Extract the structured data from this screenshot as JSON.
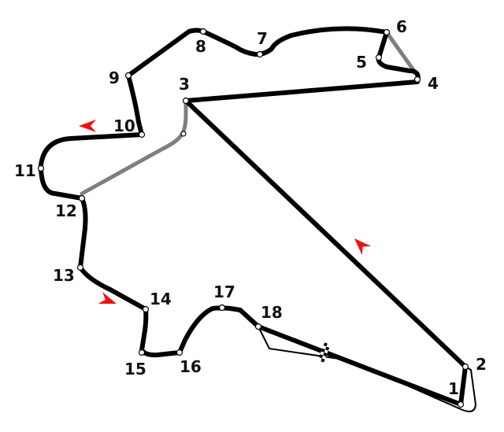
{
  "colors": {
    "track": "#000000",
    "alternate_track": "#7f7f7f",
    "direction_arrow": "#ee1111",
    "pit_lane": "#000000",
    "background": "#ffffff"
  },
  "turns": [
    {
      "id": "t1",
      "label": "1"
    },
    {
      "id": "t2",
      "label": "2"
    },
    {
      "id": "t3",
      "label": "3"
    },
    {
      "id": "t4",
      "label": "4"
    },
    {
      "id": "t5",
      "label": "5"
    },
    {
      "id": "t6",
      "label": "6"
    },
    {
      "id": "t7",
      "label": "7"
    },
    {
      "id": "t8",
      "label": "8"
    },
    {
      "id": "t9",
      "label": "9"
    },
    {
      "id": "t10",
      "label": "10"
    },
    {
      "id": "t11",
      "label": "11"
    },
    {
      "id": "t12",
      "label": "12"
    },
    {
      "id": "t13",
      "label": "13"
    },
    {
      "id": "t14",
      "label": "14"
    },
    {
      "id": "t15",
      "label": "15"
    },
    {
      "id": "t16",
      "label": "16"
    },
    {
      "id": "t17",
      "label": "17"
    },
    {
      "id": "t18",
      "label": "18"
    }
  ],
  "icons": {
    "start_finish": "checkered-flag-icon",
    "direction": "direction-arrow-icon"
  }
}
